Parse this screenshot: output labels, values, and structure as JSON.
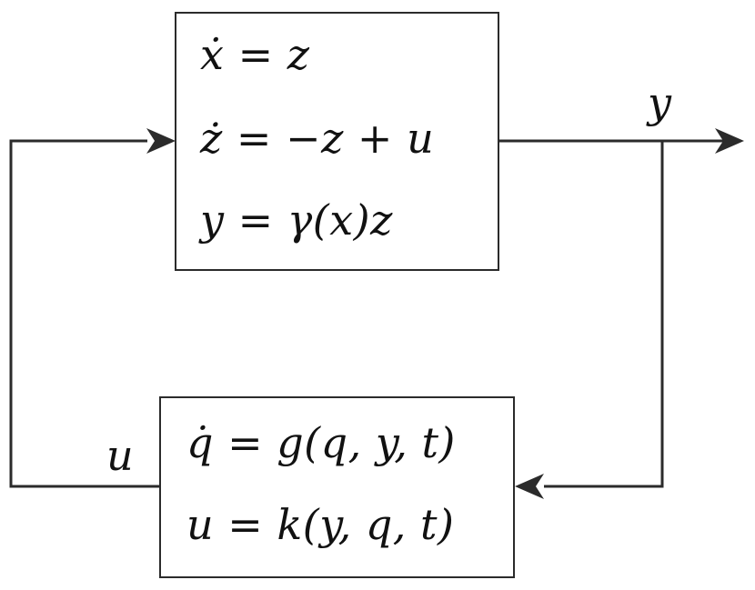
{
  "plant": {
    "equations": [
      "ẋ = z",
      "ż = −z + u",
      "y = γ(x)z"
    ]
  },
  "controller": {
    "equations": [
      "q̇ = g(q, y, t)",
      "u = k(y, q, t)"
    ]
  },
  "signals": {
    "output": "y",
    "input": "u"
  },
  "colors": {
    "line": "#2b2b2b",
    "text": "#111111",
    "background": "#ffffff"
  }
}
